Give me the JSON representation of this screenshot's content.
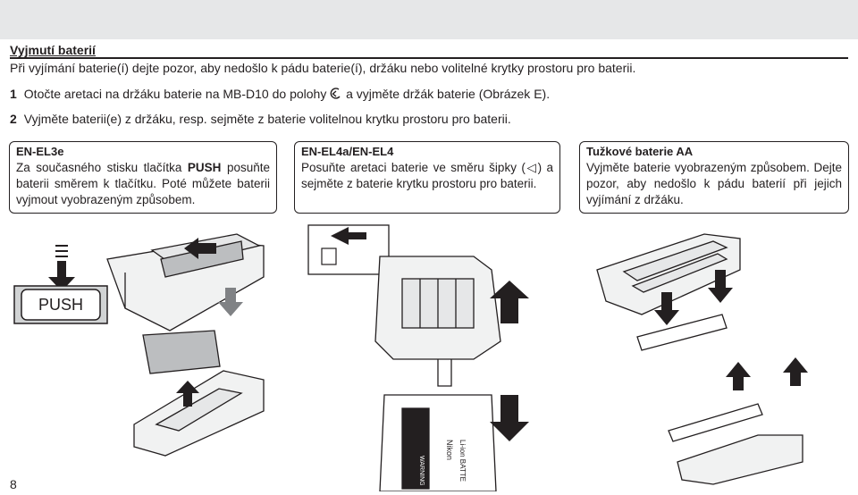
{
  "section": {
    "title": "Vyjmutí baterií",
    "intro": "Při vyjímání baterie(í) dejte pozor, aby nedošlo k pádu baterie(í), držáku nebo volitelné krytky prostoru pro baterii."
  },
  "steps": [
    {
      "num": "1",
      "text_before": "Otočte aretaci na držáku baterie na MB-D10 do polohy",
      "text_after": "a vyjměte držák baterie (Obrázek E)."
    },
    {
      "num": "2",
      "text": "Vyjměte baterii(e) z držáku, resp. sejměte z baterie volitelnou krytku prostoru pro baterii."
    }
  ],
  "boxes": [
    {
      "title": "EN-EL3e",
      "text_before": "Za současného stisku tlačítka",
      "bold": "PUSH",
      "text_after": "posuňte baterii směrem k tlačítku. Poté můžete baterii vyjmout vyobrazeným způsobem."
    },
    {
      "title": "EN-EL4a/EN-EL4",
      "text": "Posuňte aretaci baterie ve směru šipky (◁) a sejměte z baterie krytku prostoru pro baterii."
    },
    {
      "title": "Tužkové baterie AA",
      "text": "Vyjměte baterie vyobrazeným způsobem. Dejte pozor, aby nedošlo k pádu baterií při jejich vyjímání z držáku."
    }
  ],
  "illustration_labels": {
    "push_button": "PUSH",
    "battery_brand": "Nikon",
    "battery_text": "Li-ion BATTE",
    "warning": "WARNING"
  },
  "colors": {
    "header_band": "#e6e7e8",
    "arrow_gray": "#808285",
    "ink": "#231f20"
  },
  "page_number": "8"
}
